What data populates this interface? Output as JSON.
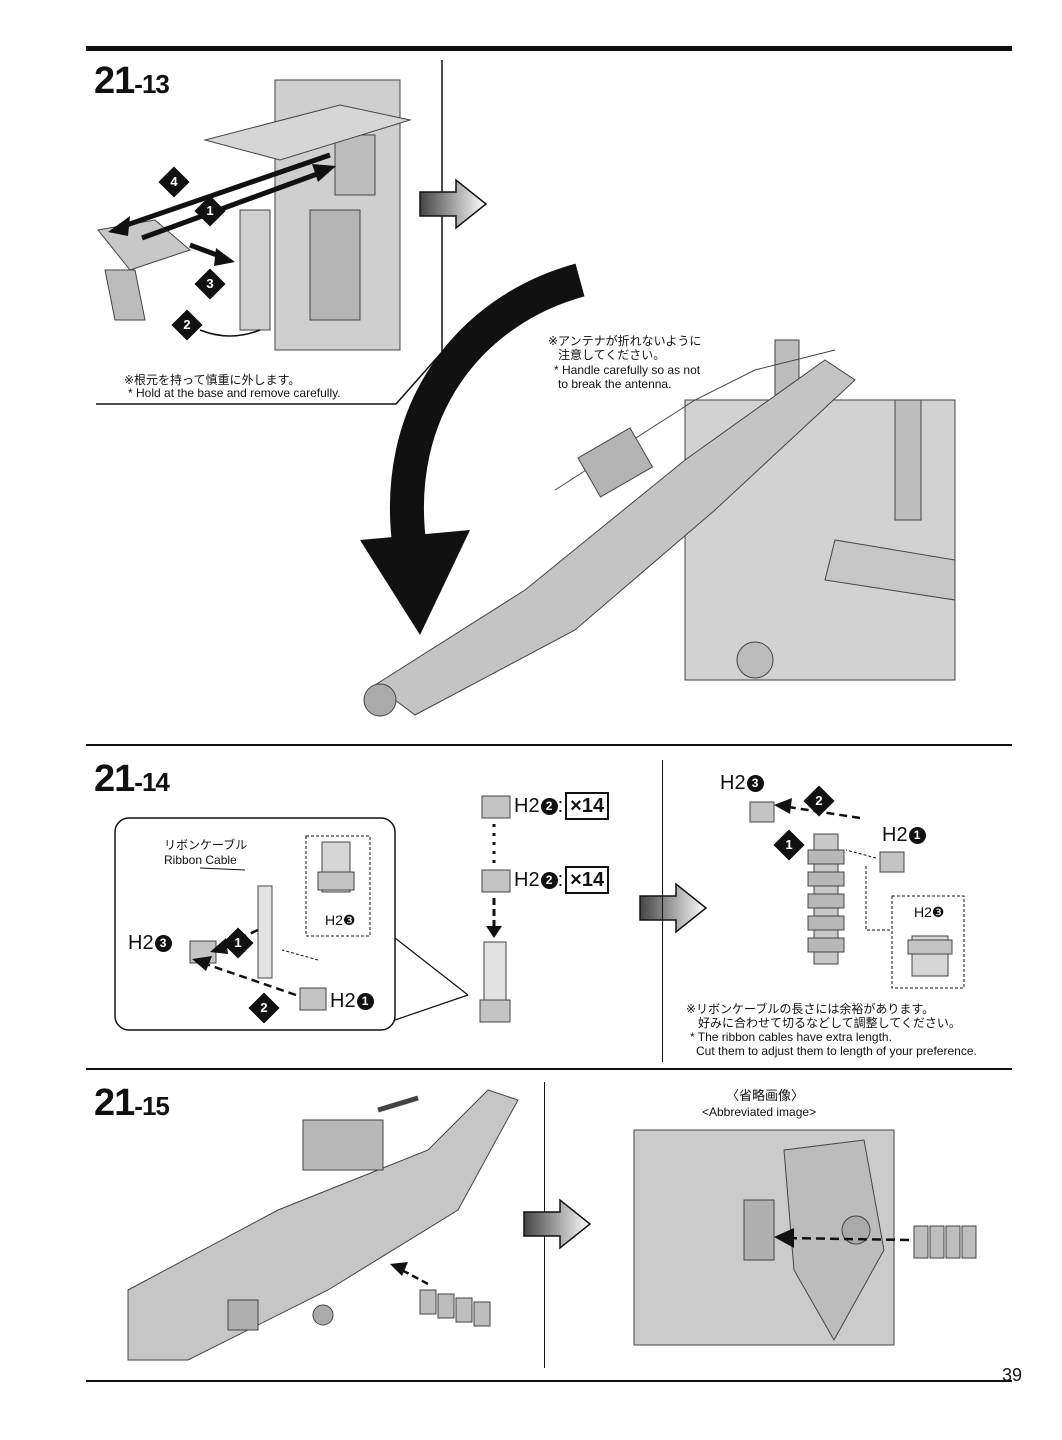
{
  "steps": [
    {
      "major": "21",
      "minor": "-13"
    },
    {
      "major": "21",
      "minor": "-14"
    },
    {
      "major": "21",
      "minor": "-15"
    }
  ],
  "step13": {
    "note_jp": "※根元を持って慎重に外します。",
    "note_en": "* Hold at the base and remove carefully.",
    "antenna_jp_1": "※アンテナが折れないように",
    "antenna_jp_2": "注意してください。",
    "antenna_en_1": "* Handle carefully so as not",
    "antenna_en_2": "to break the antenna.",
    "order": [
      "1",
      "2",
      "3",
      "4"
    ]
  },
  "step14": {
    "ribbon_jp": "リボンケーブル",
    "ribbon_en": "Ribbon Cable",
    "part_a": "H2",
    "part_a_num": "3",
    "part_b": "H2",
    "part_b_num": "1",
    "part_c": "H2",
    "part_c_num": "2",
    "mult": "×14",
    "inset_label": "H2❸",
    "note_jp_1": "※リボンケーブルの長さには余裕があります。",
    "note_jp_2": "好みに合わせて切るなどして調整してください。",
    "note_en_1": "* The ribbon cables have extra length.",
    "note_en_2": "Cut them to adjust them to length of your preference."
  },
  "step15": {
    "abbrev_jp": "〈省略画像〉",
    "abbrev_en": "<Abbreviated image>"
  },
  "page_number": "39"
}
